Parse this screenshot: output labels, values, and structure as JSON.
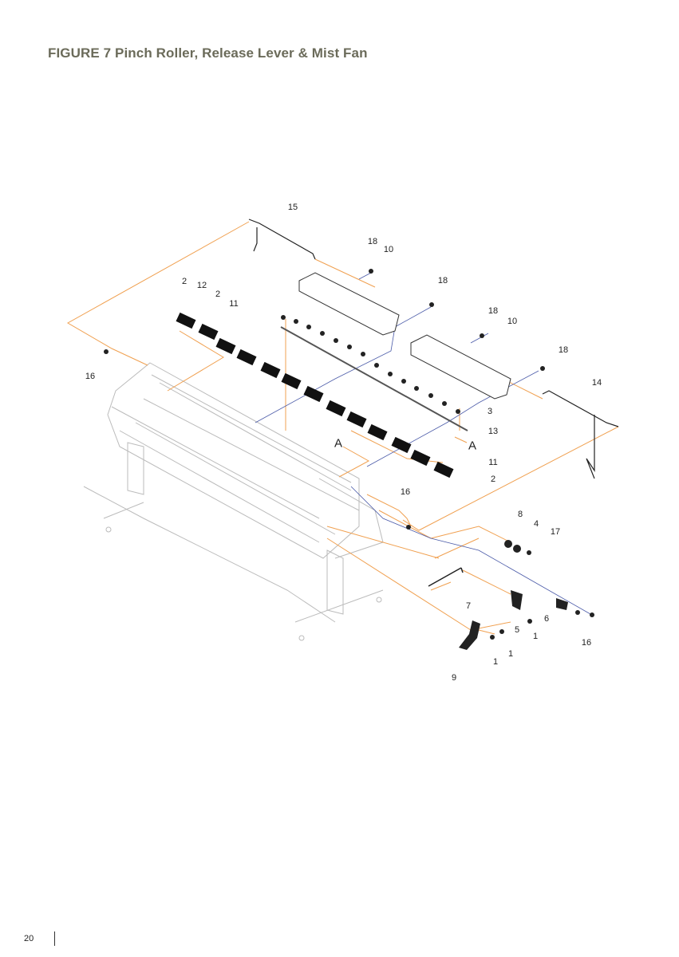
{
  "figure": {
    "title": "FIGURE 7  Pinch Roller, Release Lever & Mist Fan"
  },
  "callouts": [
    "15",
    "18",
    "10",
    "18",
    "18",
    "10",
    "18",
    "14",
    "2",
    "12",
    "2",
    "11",
    "16",
    "3",
    "13",
    "A",
    "A",
    "11",
    "2",
    "16",
    "8",
    "4",
    "17",
    "7",
    "6",
    "5",
    "1",
    "16",
    "1",
    "1",
    "9"
  ],
  "footer": {
    "page_number": "20"
  },
  "colors": {
    "title": "#6b6b5a",
    "leader_orange": "#f0a050",
    "leader_blue": "#4a5aa8",
    "printer_gray": "#b8b8b8"
  }
}
